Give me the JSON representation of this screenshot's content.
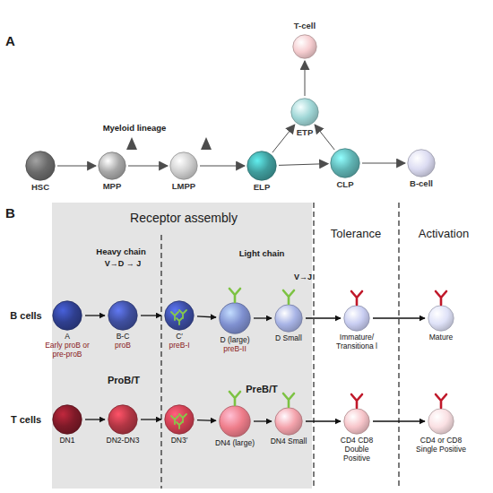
{
  "diagram": {
    "nodes": [
      {
        "text": [
          "T-cell"
        ]
      },
      {
        "text": [
          "ETP"
        ]
      },
      {
        "text": [
          "HSC"
        ]
      },
      {
        "text": [
          "MPP"
        ]
      },
      {
        "text": [
          "LMPP"
        ]
      },
      {
        "text": [
          "ELP"
        ]
      },
      {
        "text": [
          "CLP"
        ]
      },
      {
        "text": [
          "B-cell"
        ]
      },
      {
        "text": [
          "A",
          "Early proB or pre-proB"
        ]
      },
      {
        "text": [
          "B-C",
          "proB"
        ]
      },
      {
        "text": [
          "C′",
          "preB-I"
        ]
      },
      {
        "text": [
          "D (large)",
          "preB-II"
        ]
      },
      {
        "text": [
          "D Small"
        ]
      },
      {
        "text": [
          "Immature/ Transitiona l"
        ]
      },
      {
        "text": [
          "Mature"
        ]
      },
      {
        "text": [
          "DN1"
        ]
      },
      {
        "text": [
          "DN2-DN3"
        ]
      },
      {
        "text": [
          "DN3′"
        ]
      },
      {
        "text": [
          "DN4 (large)"
        ]
      },
      {
        "text": [
          "DN4 Small"
        ]
      },
      {
        "text": [
          "CD4 CD8 Double Positive"
        ]
      },
      {
        "text": [
          "CD4 or CD8 Single Positive"
        ]
      }
    ],
    "edges": [
      {
        "from": 2,
        "to": 3,
        "arrow": "to"
      },
      {
        "from": 3,
        "to": 4,
        "arrow": "to"
      },
      {
        "from": 4,
        "to": 5,
        "arrow": "to"
      },
      {
        "from": 5,
        "to": 6,
        "arrow": "to"
      },
      {
        "from": 6,
        "to": 7,
        "arrow": "to"
      },
      {
        "from": 5,
        "to": 1,
        "arrow": "to"
      },
      {
        "from": 6,
        "to": 1,
        "arrow": "to"
      },
      {
        "from": 1,
        "to": 0,
        "arrow": "to"
      },
      {
        "from": 8,
        "to": 9,
        "arrow": "to"
      },
      {
        "from": 9,
        "to": 10,
        "arrow": "to"
      },
      {
        "from": 10,
        "to": 11,
        "arrow": "to"
      },
      {
        "from": 11,
        "to": 12,
        "arrow": "to"
      },
      {
        "from": 12,
        "to": 13,
        "arrow": "to"
      },
      {
        "from": 13,
        "to": 14,
        "arrow": "to"
      },
      {
        "from": 15,
        "to": 16,
        "arrow": "to"
      },
      {
        "from": 16,
        "to": 17,
        "arrow": "to"
      },
      {
        "from": 17,
        "to": 18,
        "arrow": "to"
      },
      {
        "from": 18,
        "to": 19,
        "arrow": "to"
      },
      {
        "from": 19,
        "to": 20,
        "arrow": "to"
      },
      {
        "from": 20,
        "to": 21,
        "arrow": "to"
      }
    ],
    "labels": [
      "A",
      "Myeloid lineage",
      "B",
      "Receptor assembly",
      "Tolerance",
      "Activation",
      "Heavy chain",
      "V→D → J",
      "Light chain",
      "V→J",
      "B cells",
      "ProB/T",
      "PreB/T",
      "T cells"
    ]
  }
}
